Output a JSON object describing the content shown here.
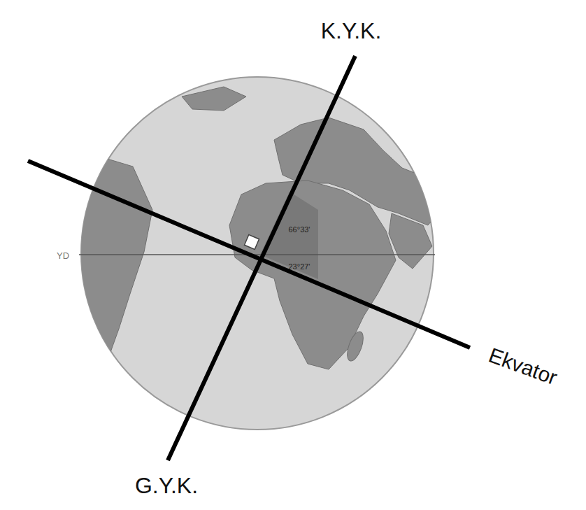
{
  "diagram": {
    "labels": [
      "K.Y.K.",
      "G.Y.K.",
      "Ekvator",
      "YD",
      "66°33'",
      "23°27'"
    ]
  }
}
